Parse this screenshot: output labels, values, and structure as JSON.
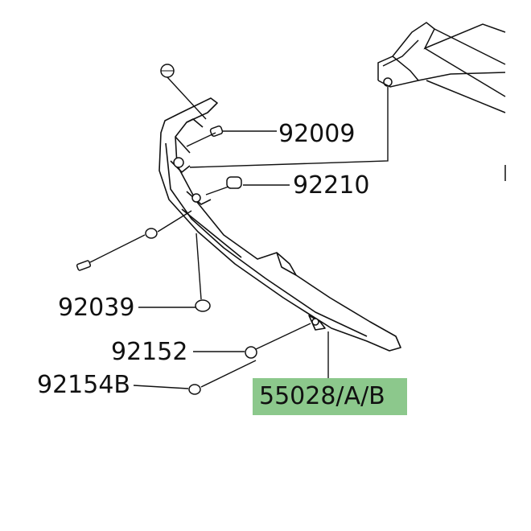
{
  "diagram": {
    "parts": [
      {
        "id": "92009",
        "label": "92009"
      },
      {
        "id": "92210",
        "label": "92210"
      },
      {
        "id": "92039",
        "label": "92039"
      },
      {
        "id": "92152",
        "label": "92152"
      },
      {
        "id": "92154B",
        "label": "92154B"
      },
      {
        "id": "55028",
        "label": "55028/A/B",
        "highlighted": true
      }
    ],
    "colors": {
      "line": "#111111",
      "highlight": "#8cc88c",
      "background": "#ffffff"
    }
  }
}
